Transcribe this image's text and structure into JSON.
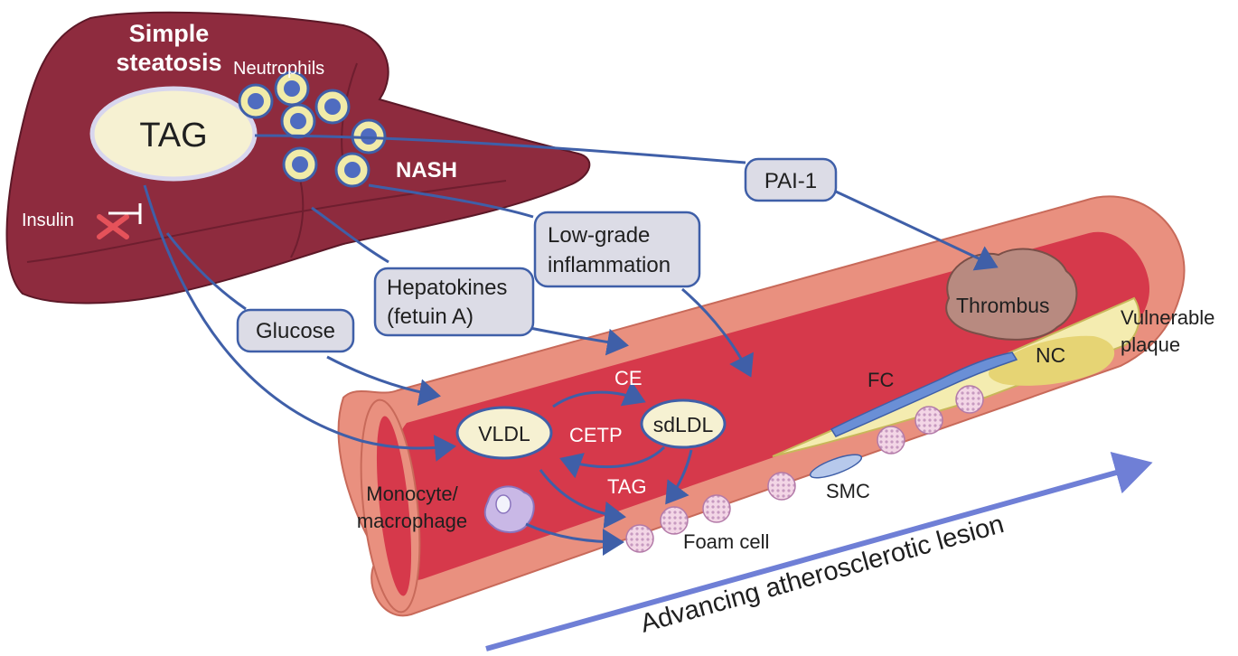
{
  "liver": {
    "title_line1": "Simple",
    "title_line2": "steatosis",
    "tag": "TAG",
    "neutrophils": "Neutrophils",
    "nash": "NASH",
    "insulin": "Insulin"
  },
  "boxes": {
    "pai1": "PAI-1",
    "low_grade_1": "Low-grade",
    "low_grade_2": "inflammation",
    "hepatokines_1": "Hepatokines",
    "hepatokines_2": "(fetuin A)",
    "glucose": "Glucose"
  },
  "vessel": {
    "vldl": "VLDL",
    "sdldl": "sdLDL",
    "ce": "CE",
    "cetp": "CETP",
    "tag": "TAG",
    "monocyte_1": "Monocyte/",
    "monocyte_2": "macrophage",
    "foam_cell": "Foam cell",
    "smc": "SMC",
    "fc": "FC",
    "nc": "NC",
    "thrombus": "Thrombus",
    "vulnerable_1": "Vulnerable",
    "vulnerable_2": "plaque"
  },
  "lesion_arrow": "Advancing atherosclerotic lesion",
  "colors": {
    "liver": "#8e2b3e",
    "vessel_wall": "#e9907f",
    "lumen": "#d6394b",
    "arrow": "#3f5fa8",
    "box_fill": "#dcdce6"
  }
}
